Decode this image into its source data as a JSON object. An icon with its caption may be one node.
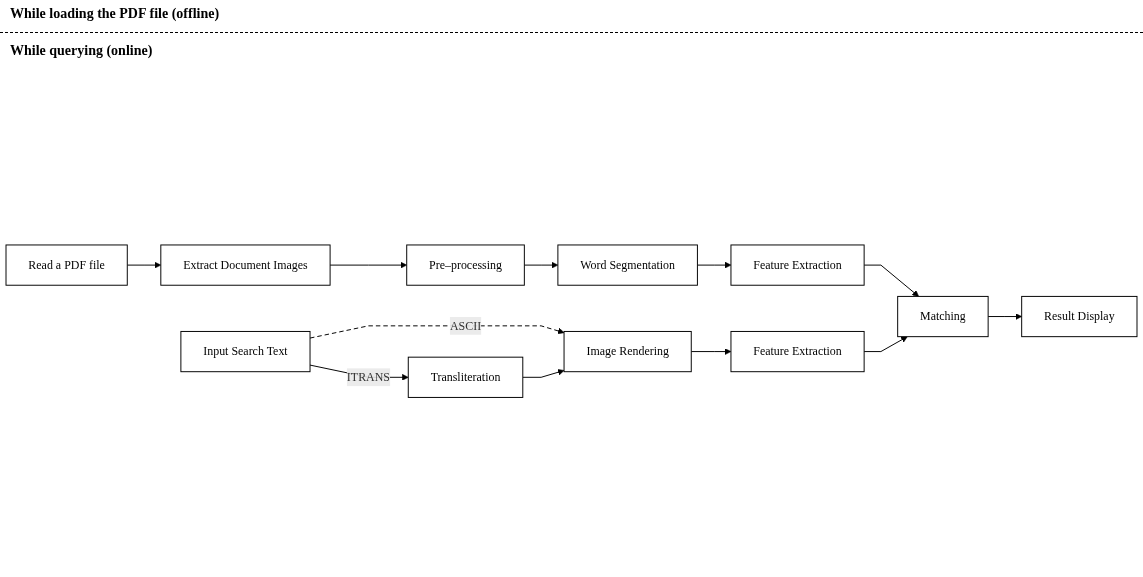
{
  "diagram": {
    "nodes": [
      {
        "text": [
          "Read a PDF file"
        ]
      },
      {
        "text": [
          "Extract Document Images"
        ]
      },
      {
        "text": [
          "Pre–processing"
        ]
      },
      {
        "text": [
          "Word Segmentation"
        ]
      },
      {
        "text": [
          "Feature Extraction"
        ]
      },
      {
        "text": [
          "Input Search Text"
        ]
      },
      {
        "text": [
          "Transliteration"
        ]
      },
      {
        "text": [
          "Image Rendering"
        ]
      },
      {
        "text": [
          "Feature Extraction"
        ]
      },
      {
        "text": [
          "Matching"
        ]
      },
      {
        "text": [
          "Result Display"
        ]
      }
    ],
    "edges": [
      {
        "from": 0,
        "to": 1,
        "arrow": "to"
      },
      {
        "from": 1,
        "to": 2,
        "arrow": "to"
      },
      {
        "from": 2,
        "to": 3,
        "arrow": "to"
      },
      {
        "from": 3,
        "to": 4,
        "arrow": "to"
      },
      {
        "from": 4,
        "to": 9,
        "arrow": "to"
      },
      {
        "from": 5,
        "to": 6,
        "arrow": "to",
        "label": "ITRANS"
      },
      {
        "from": 5,
        "to": 7,
        "arrow": "to",
        "label": "ASCII",
        "style": "dashed"
      },
      {
        "from": 6,
        "to": 7,
        "arrow": "to"
      },
      {
        "from": 7,
        "to": 8,
        "arrow": "to"
      },
      {
        "from": 8,
        "to": 9,
        "arrow": "to"
      },
      {
        "from": 9,
        "to": 10,
        "arrow": "to"
      }
    ],
    "labels": [
      "While loading the PDF file (offline)",
      "While querying (online)"
    ]
  }
}
